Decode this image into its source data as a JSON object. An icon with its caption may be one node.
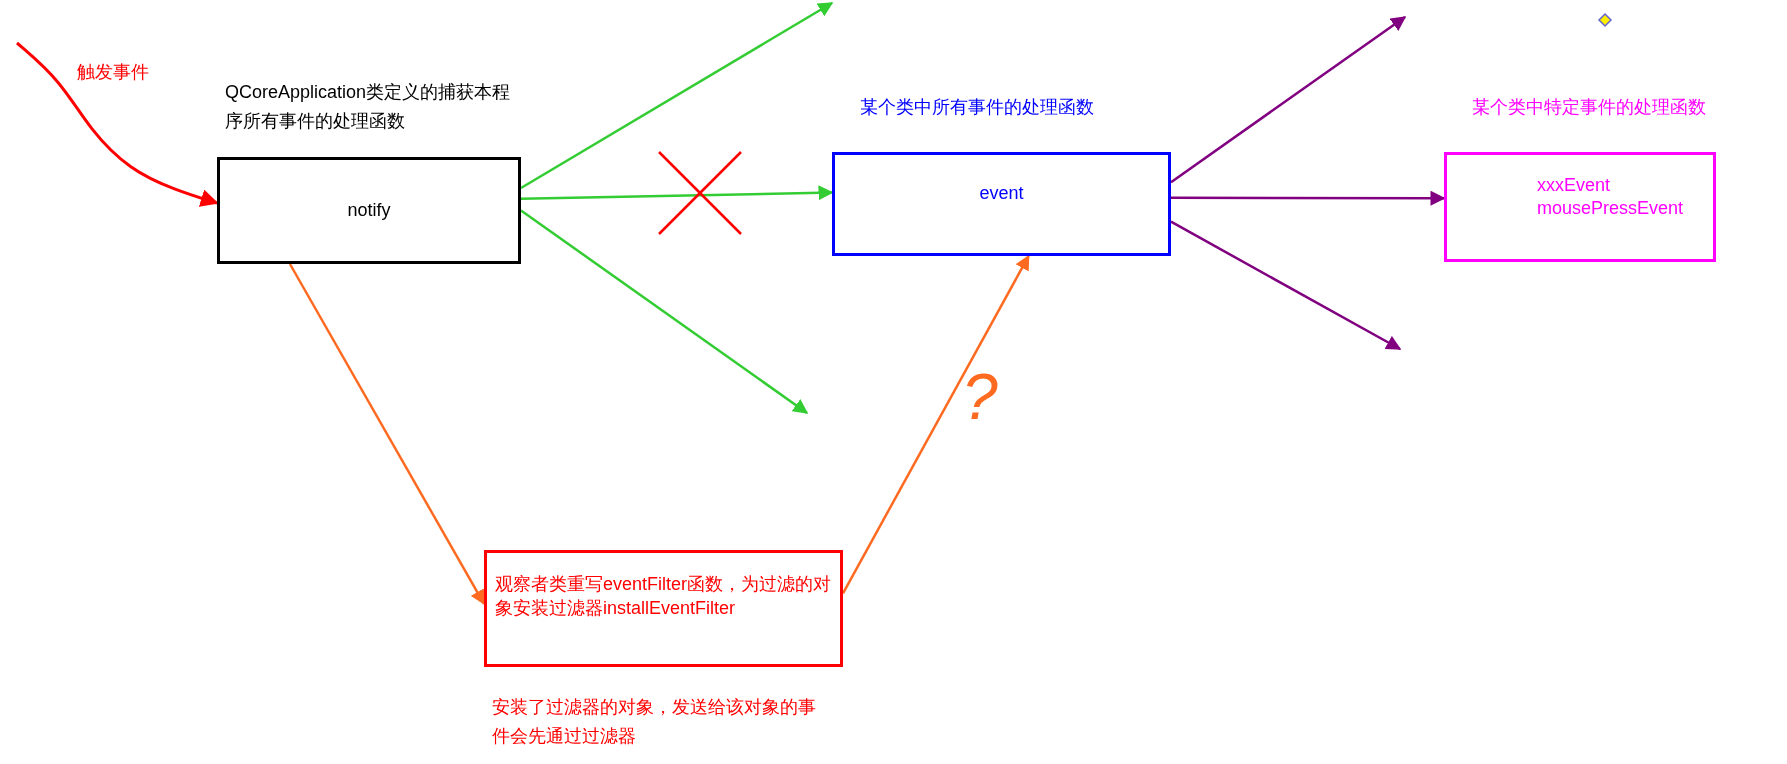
{
  "diagram": {
    "nodes": [
      {
        "text": [
          "notify"
        ],
        "beside": [
          "QCoreApplication类定义的捕获本程序所有事件的处理函数"
        ]
      },
      {
        "text": [
          "event"
        ],
        "beside": [
          "某个类中所有事件的处理函数"
        ]
      },
      {
        "text": [
          "xxxEvent",
          "mousePressEvent"
        ],
        "beside": [
          "某个类中特定事件的处理函数"
        ]
      },
      {
        "text": [
          "观察者类重写eventFilter函数，为过滤的对象安装过滤器installEventFilter"
        ],
        "beside": [
          "安装了过滤器的对象，发送给该对象的事件会先通过过滤器"
        ]
      }
    ],
    "edges": [
      {
        "from": null,
        "to": 0,
        "arrow": "to",
        "color": "#ff0000"
      },
      {
        "from": 0,
        "to": null,
        "arrow": "to",
        "color": "#33cc33"
      },
      {
        "from": 0,
        "to": 1,
        "arrow": "to",
        "color": "#33cc33"
      },
      {
        "from": 0,
        "to": null,
        "arrow": "to",
        "color": "#33cc33"
      },
      {
        "from": 0,
        "to": 3,
        "arrow": "to",
        "color": "#ff6a21"
      },
      {
        "from": 3,
        "to": 1,
        "arrow": "to",
        "color": "#ff6a21"
      },
      {
        "from": 1,
        "to": null,
        "arrow": "to",
        "color": "#800080"
      },
      {
        "from": 1,
        "to": 2,
        "arrow": "to",
        "color": "#800080"
      },
      {
        "from": 1,
        "to": null,
        "arrow": "to",
        "color": "#800080"
      }
    ],
    "labels": [
      "触发事件",
      "?"
    ]
  }
}
